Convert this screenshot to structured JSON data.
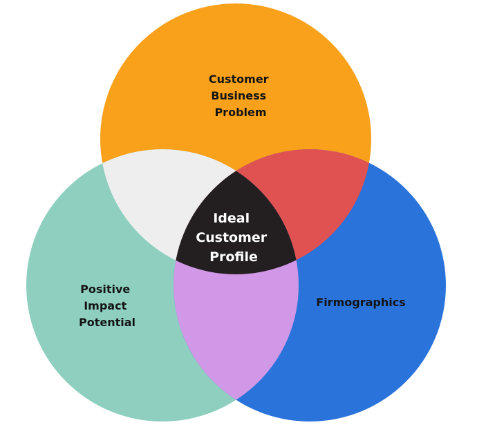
{
  "diagram": {
    "sets": [
      {
        "id": "top",
        "label_lines": [
          "Customer",
          "Business",
          "Problem"
        ],
        "color": "#F9A11B"
      },
      {
        "id": "left",
        "label_lines": [
          "Positive",
          "Impact",
          "Potential"
        ],
        "color": "#8ECFBF"
      },
      {
        "id": "right",
        "label_lines": [
          "Firmographics"
        ],
        "color": "#2A73DB"
      }
    ],
    "overlaps": {
      "top_left": "#EEEEEE",
      "top_right": "#E05252",
      "left_right": "#D098E6",
      "all": "#231F20"
    },
    "center_label_lines": [
      "Ideal",
      "Customer",
      "Profile"
    ],
    "text_color": "#141414"
  }
}
